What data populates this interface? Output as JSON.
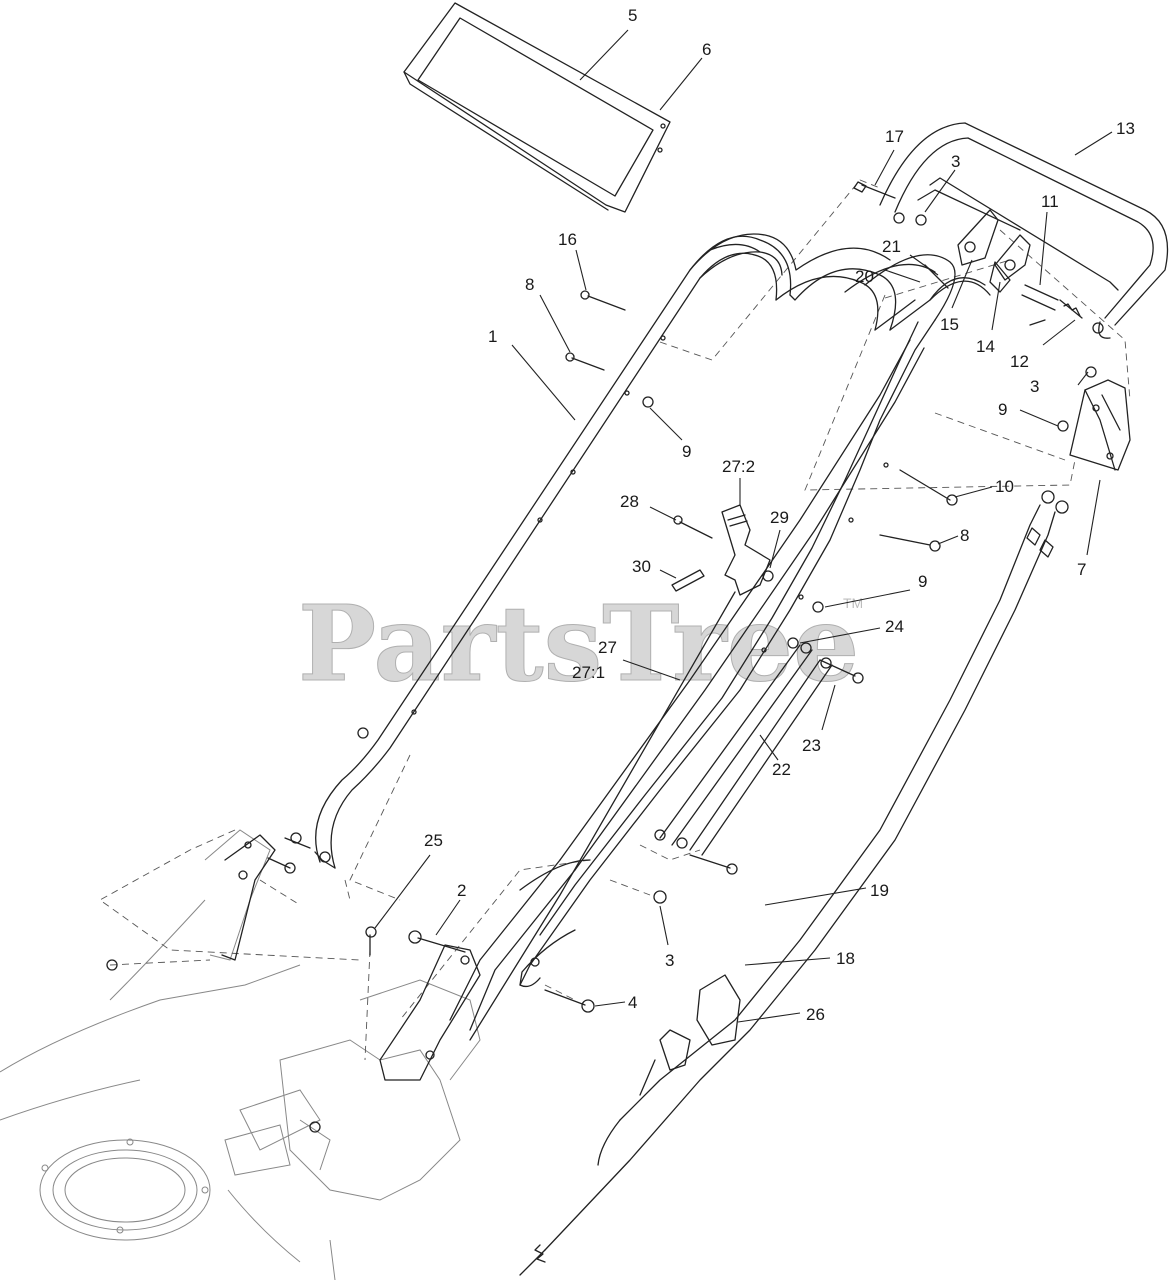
{
  "watermark": {
    "text": "PartsTree",
    "trademark": "TM"
  },
  "callouts": {
    "c1": "1",
    "c2": "2",
    "c3a": "3",
    "c3b": "3",
    "c3c": "3",
    "c4": "4",
    "c5": "5",
    "c6": "6",
    "c7": "7",
    "c8a": "8",
    "c8b": "8",
    "c9a": "9",
    "c9b": "9",
    "c9c": "9",
    "c10": "10",
    "c11": "11",
    "c12": "12",
    "c13": "13",
    "c14": "14",
    "c15": "15",
    "c16": "16",
    "c17": "17",
    "c18": "18",
    "c19": "19",
    "c20": "20",
    "c21": "21",
    "c22": "22",
    "c23": "23",
    "c24": "24",
    "c25": "25",
    "c26": "26",
    "c27": "27",
    "c27_1": "27:1",
    "c27_2": "27:2",
    "c28": "28",
    "c29": "29",
    "c30": "30"
  }
}
